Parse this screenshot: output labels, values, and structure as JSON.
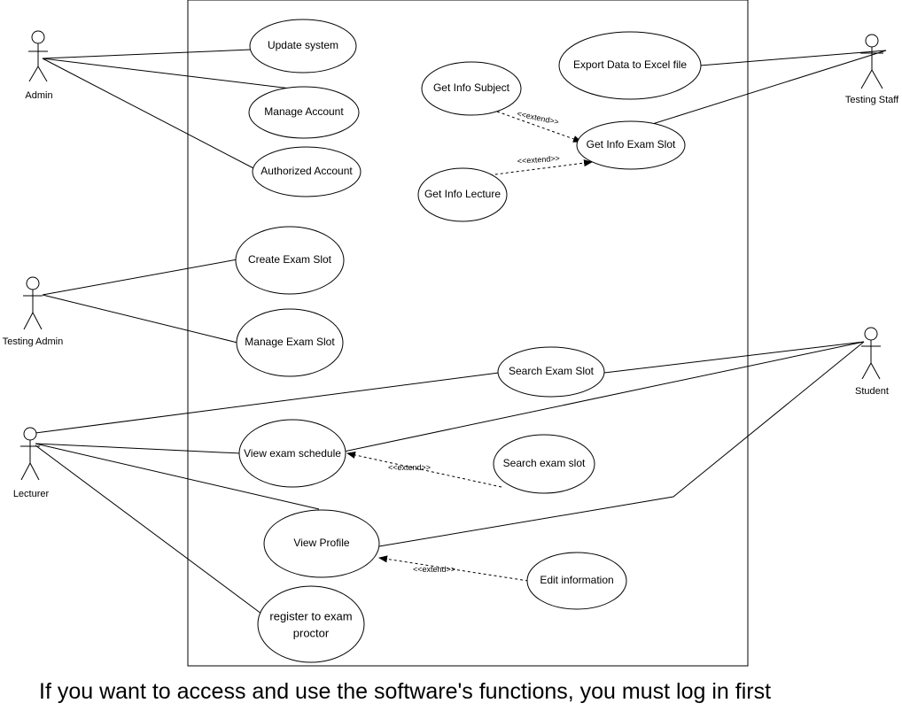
{
  "actors": {
    "admin": "Admin",
    "testing_staff": "Testing Staff",
    "testing_admin": "Testing Admin",
    "student": "Student",
    "lecturer": "Lecturer"
  },
  "use_cases": {
    "update_system": "Update system",
    "manage_account": "Manage Account",
    "authorized_account": "Authorized Account",
    "export_data": "Export Data to Excel file",
    "get_info_subject": "Get Info Subject",
    "get_info_exam_slot": "Get Info Exam Slot",
    "get_info_lecture": "Get Info Lecture",
    "create_exam_slot": "Create Exam Slot",
    "manage_exam_slot": "Manage Exam Slot",
    "search_exam_slot_main": "Search Exam Slot",
    "view_exam_schedule": "View exam schedule",
    "search_exam_slot_ext": "Search exam slot",
    "view_profile": "View Profile",
    "edit_information": "Edit information",
    "register_proctor_line1": "register to exam",
    "register_proctor_line2": "proctor"
  },
  "relations": {
    "extend_label": "<<extend>>"
  },
  "caption": "If you want to access and use the software's functions, you must log in first"
}
